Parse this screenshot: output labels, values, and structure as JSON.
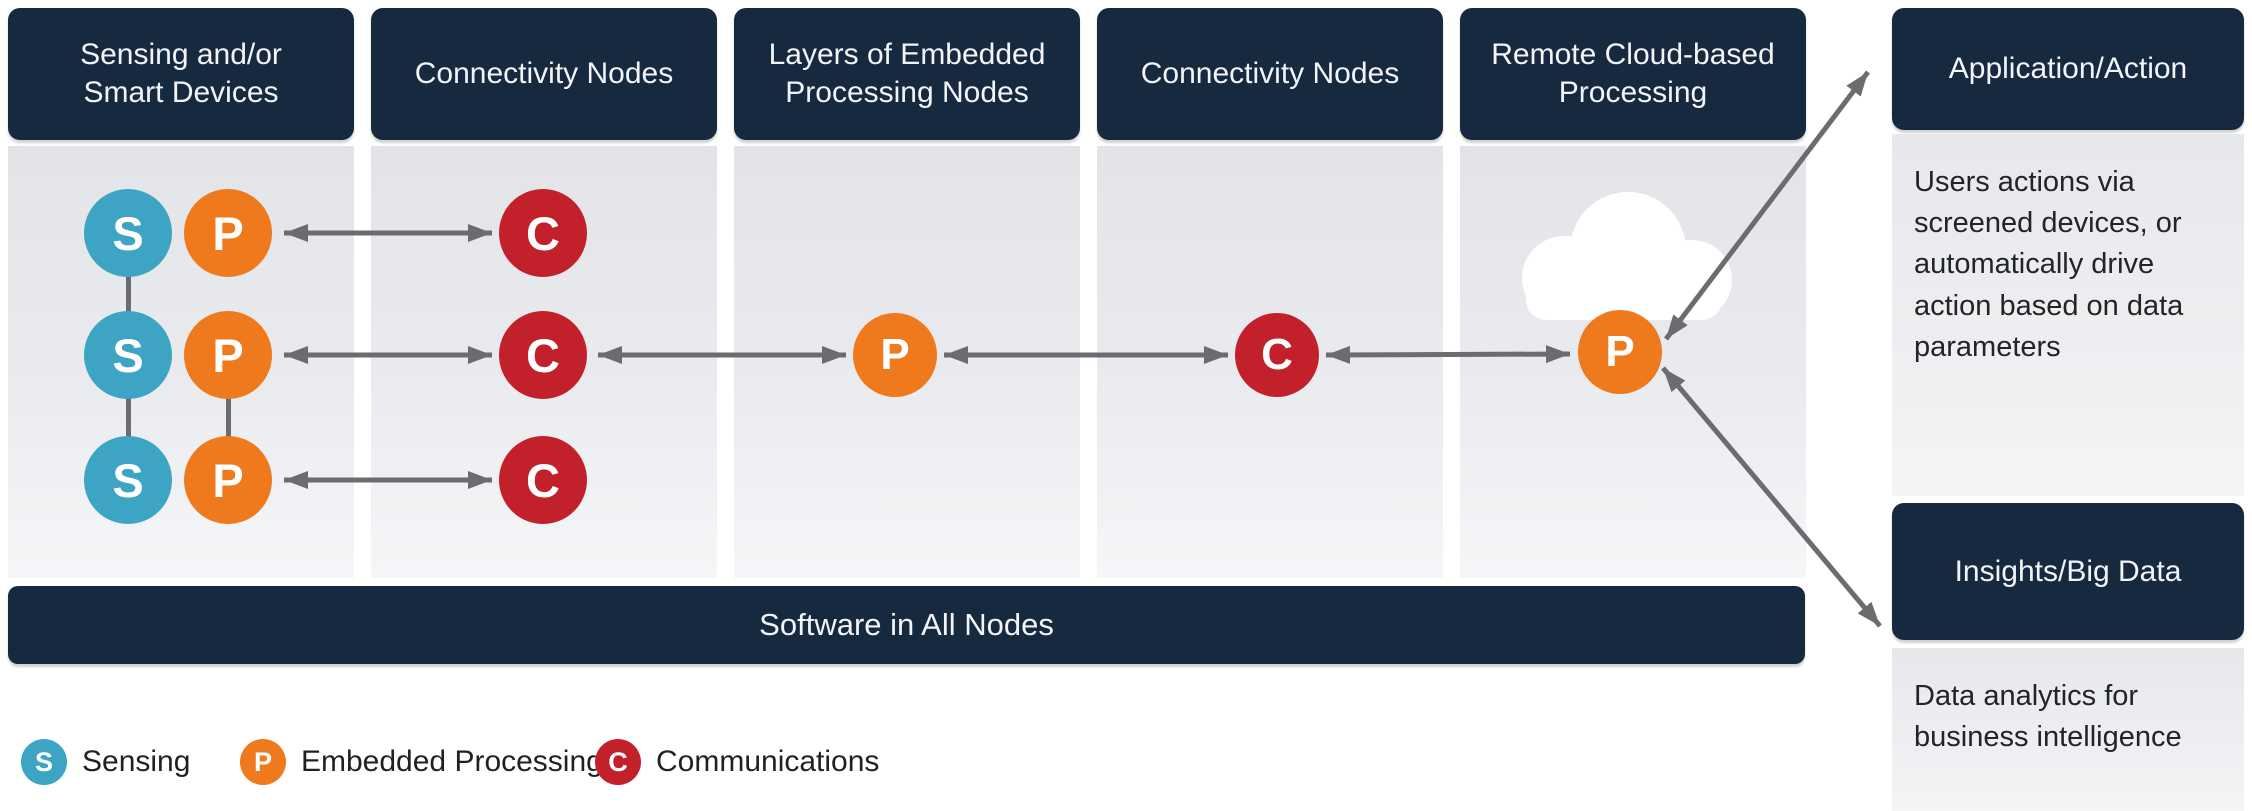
{
  "columns": [
    {
      "id": "sensing-devices",
      "title": "Sensing and/or Smart Devices"
    },
    {
      "id": "connectivity-1",
      "title": "Connectivity Nodes"
    },
    {
      "id": "embedded-processing",
      "title": "Layers of Embedded Processing Nodes"
    },
    {
      "id": "connectivity-2",
      "title": "Connectivity Nodes"
    },
    {
      "id": "cloud-processing",
      "title": "Remote Cloud-based Processing"
    }
  ],
  "node_letters": {
    "sensing": "S",
    "embedded_processing": "P",
    "communications": "C"
  },
  "software_bar": {
    "label": "Software in All Nodes"
  },
  "right_panel": {
    "application": {
      "title": "Application/Action",
      "description": "Users actions via screened devices, or automatically drive action based on data parameters"
    },
    "insights": {
      "title": "Insights/Big Data",
      "description": "Data analytics for business intelligence"
    }
  },
  "legend": {
    "items": [
      {
        "letter": "S",
        "label": "Sensing",
        "color": "#3ea4c3"
      },
      {
        "letter": "P",
        "label": "Embedded Processing",
        "color": "#ef7a1e"
      },
      {
        "letter": "C",
        "label": "Communications",
        "color": "#c2202b"
      }
    ]
  },
  "icons": {
    "cloud": "cloud-icon"
  },
  "colors": {
    "navy_header": "#16293f",
    "sensing_blue": "#3ea4c3",
    "processing_orange": "#ef7a1e",
    "communications_red": "#c2202b",
    "arrow_grey": "#6a6c6f",
    "column_grey": "#e6e8ec"
  }
}
